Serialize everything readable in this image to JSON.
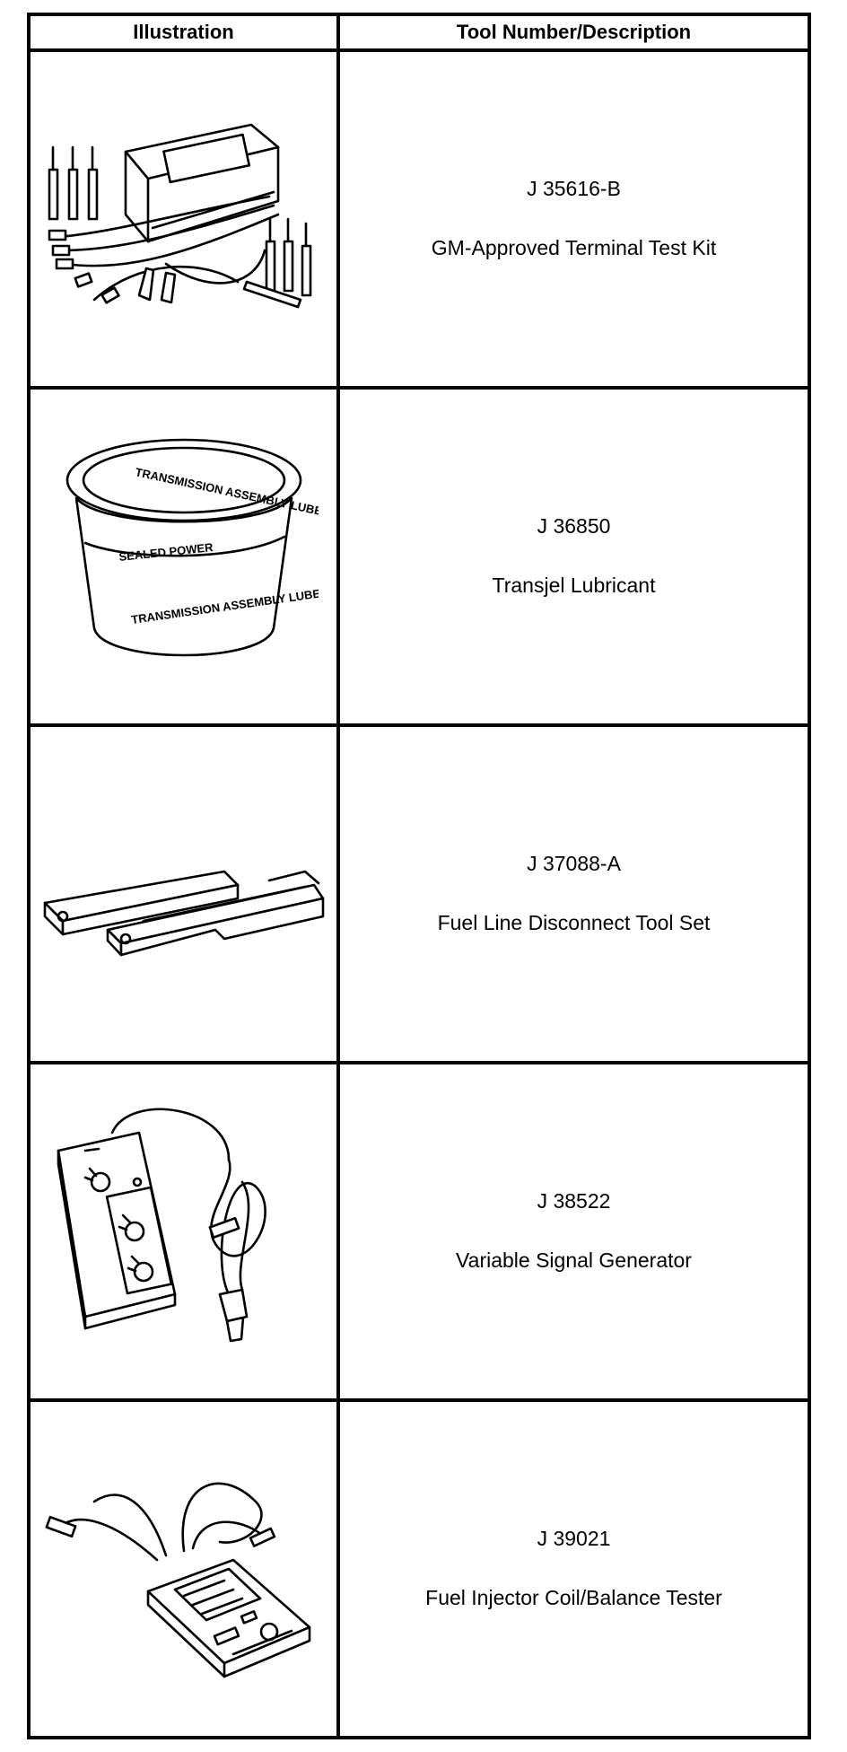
{
  "table": {
    "headers": [
      "Illustration",
      "Tool Number/Description"
    ],
    "rows": [
      {
        "number": "J 35616-B",
        "description": "GM-Approved Terminal Test Kit",
        "icon": "terminal-test-kit-icon"
      },
      {
        "number": "J 36850",
        "description": "Transjel Lubricant",
        "icon": "lubricant-tub-icon",
        "illustration_text": [
          "TRANSMISSION ASSEMBLY LUBE",
          "SEALED POWER",
          "TRANSMISSION ASSEMBLY LUBE"
        ]
      },
      {
        "number": "J 37088-A",
        "description": "Fuel Line Disconnect Tool Set",
        "icon": "disconnect-tool-icon"
      },
      {
        "number": "J 38522",
        "description": "Variable Signal Generator",
        "icon": "signal-generator-icon"
      },
      {
        "number": "J 39021",
        "description": "Fuel Injector Coil/Balance Tester",
        "icon": "injector-tester-icon"
      }
    ]
  }
}
